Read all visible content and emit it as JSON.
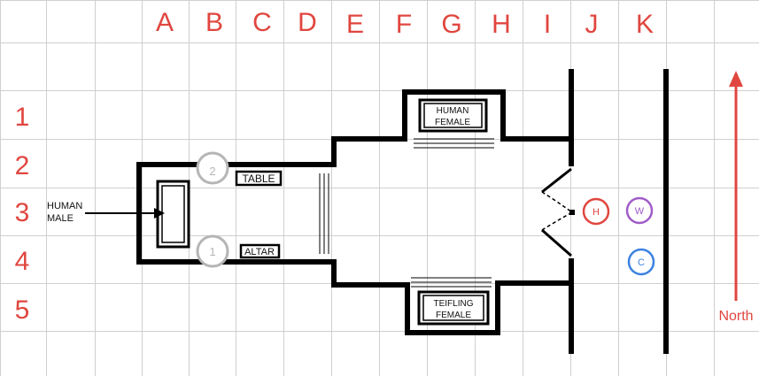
{
  "grid": {
    "columns": [
      "A",
      "B",
      "C",
      "D",
      "E",
      "F",
      "G",
      "H",
      "I",
      "J",
      "K"
    ],
    "rows": [
      "1",
      "2",
      "3",
      "4",
      "5"
    ],
    "label_color": "#e0463f",
    "line_color": "#cfcfcf"
  },
  "labels": {
    "table": "TABLE",
    "altar": "ALTAR",
    "human_male": [
      "HUMAN",
      "MALE"
    ],
    "human_female": [
      "HUMAN",
      "FEMALE"
    ],
    "teifling_female": [
      "TEIFLING",
      "FEMALE"
    ],
    "north": "North"
  },
  "markers": [
    {
      "id": "marker-2",
      "text": "2",
      "color": "#b5b5b5"
    },
    {
      "id": "marker-1",
      "text": "1",
      "color": "#b5b5b5"
    }
  ],
  "tokens": [
    {
      "id": "token-h",
      "text": "H",
      "color": "#e0463f",
      "cell": "J3"
    },
    {
      "id": "token-w",
      "text": "W",
      "color": "#a05cc8",
      "cell": "K3"
    },
    {
      "id": "token-c",
      "text": "C",
      "color": "#3b82e0",
      "cell": "K4"
    }
  ]
}
